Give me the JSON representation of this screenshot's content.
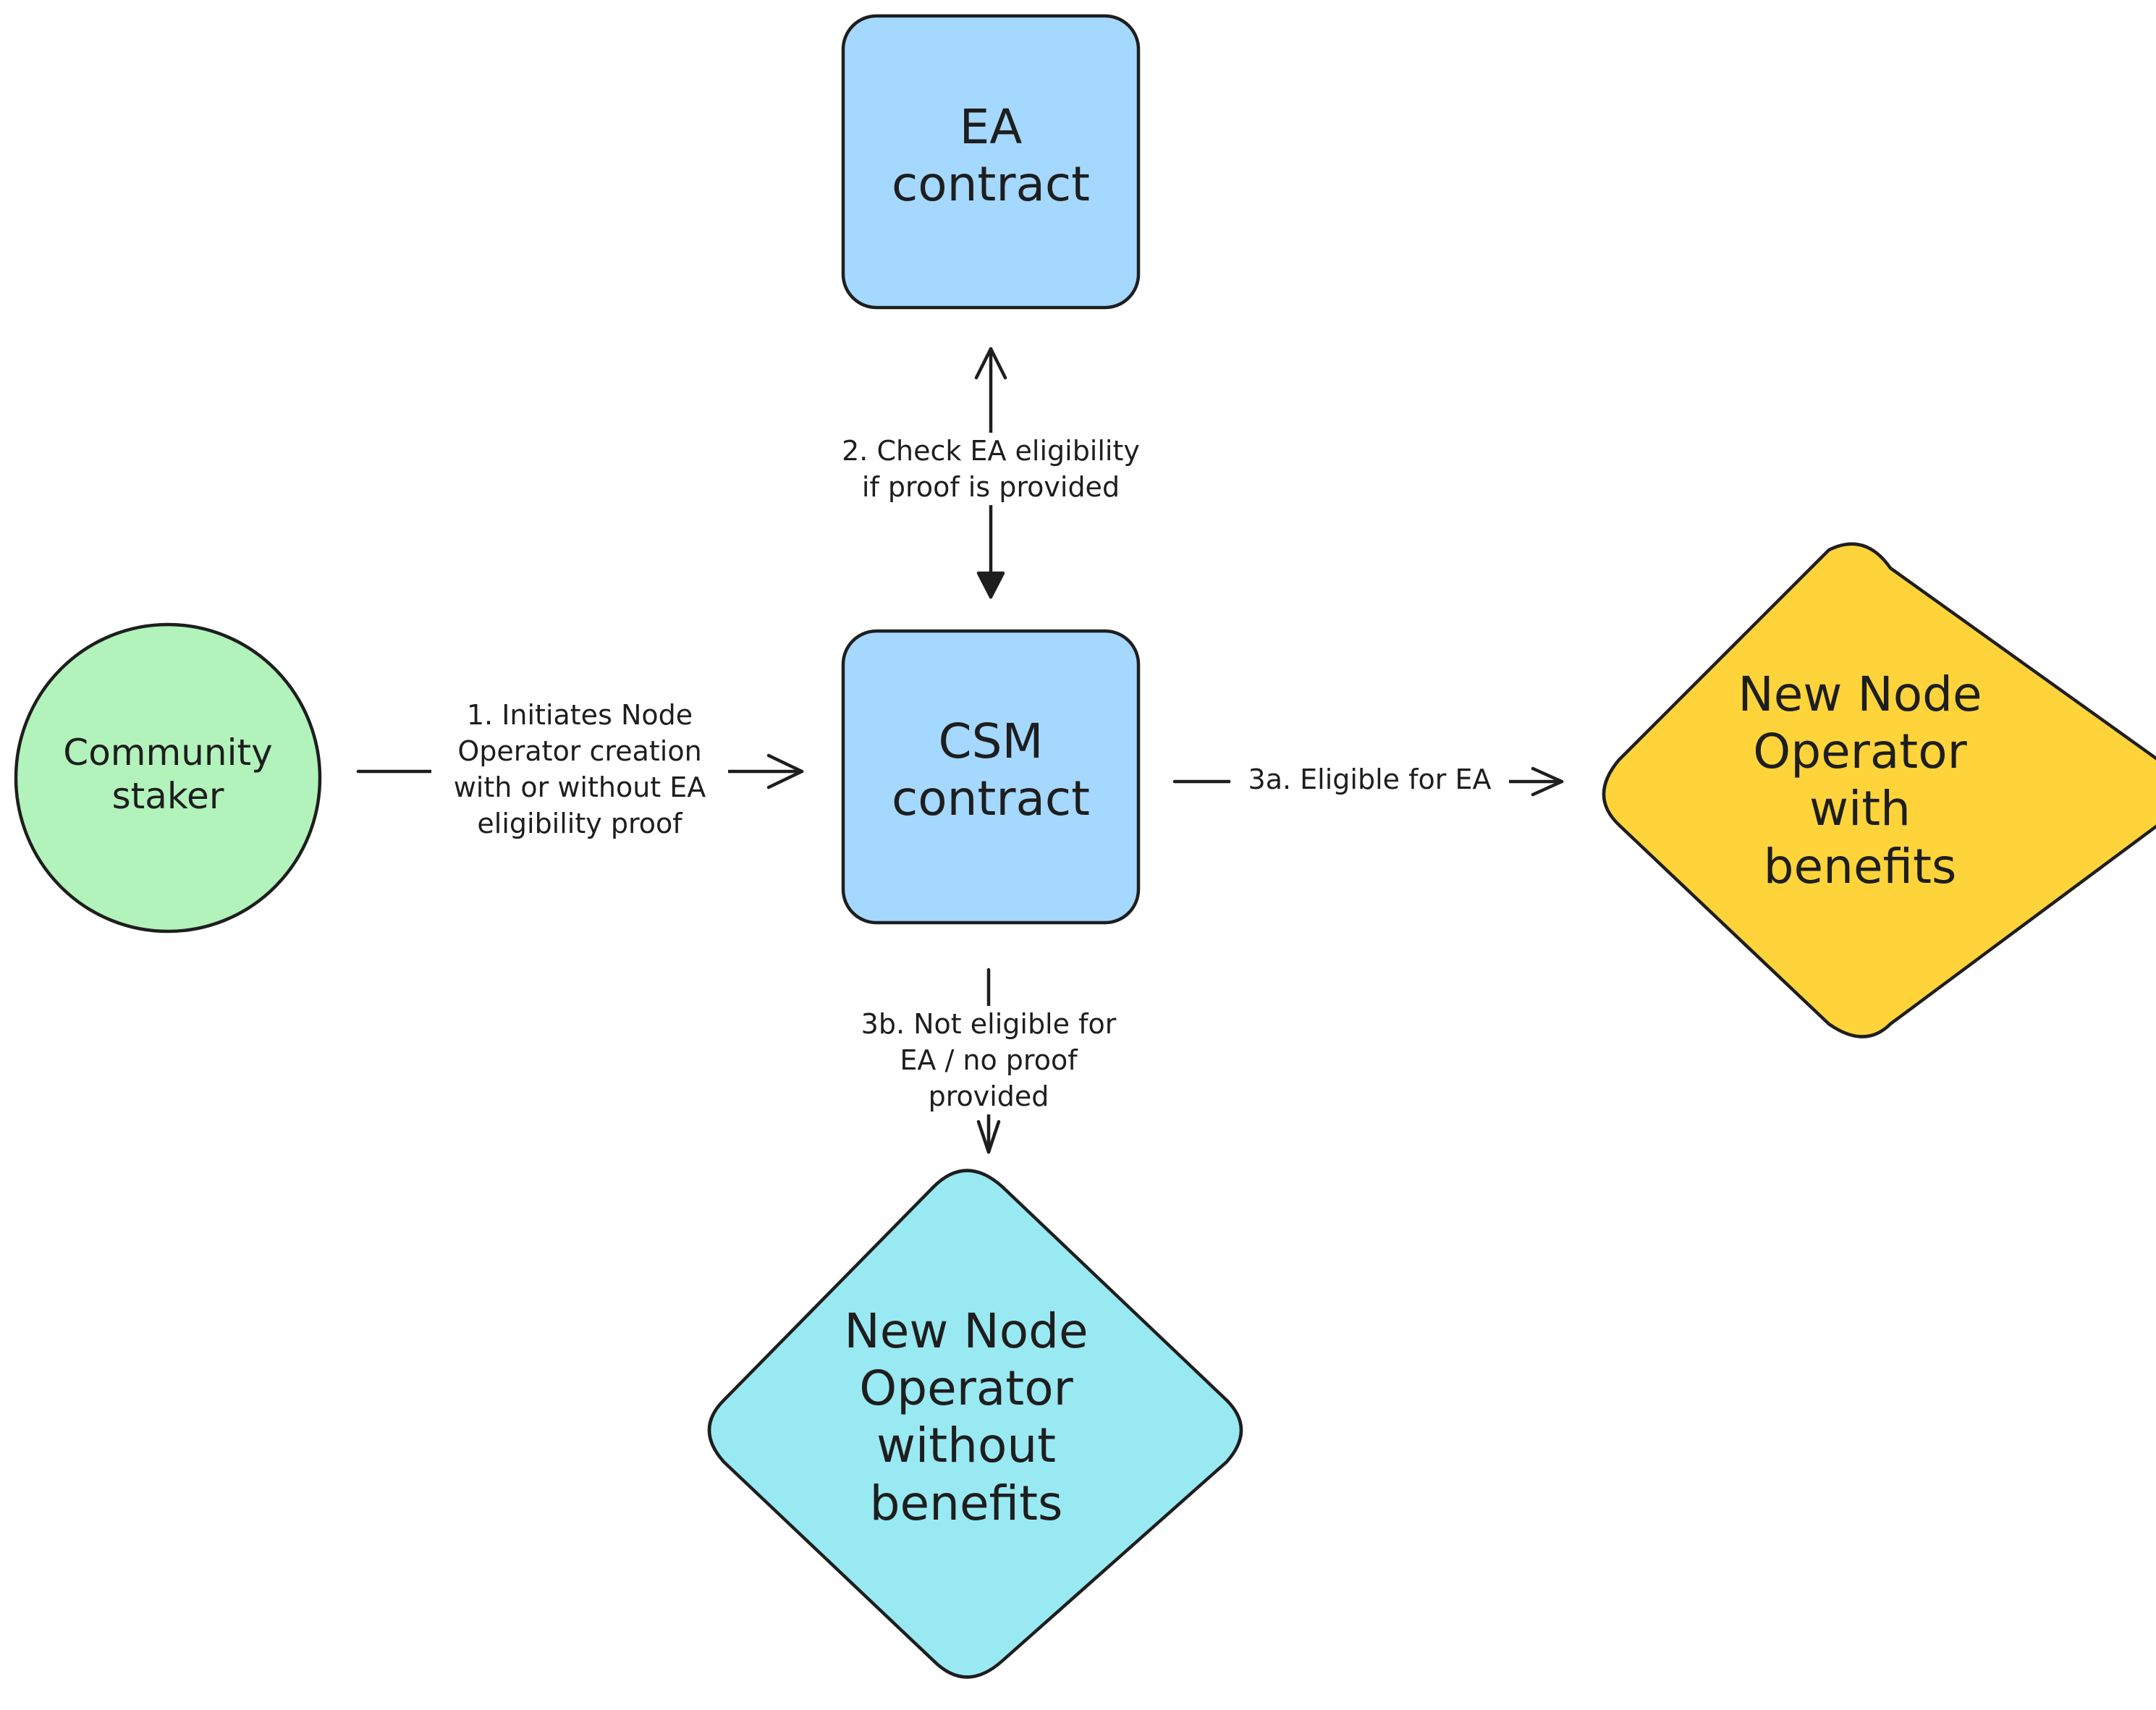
{
  "colors": {
    "stroke": "#1e1e1e",
    "ea_fill": "#a5d8ff",
    "csm_fill": "#a5d8ff",
    "staker_fill": "#b2f2bb",
    "with_fill": "#ffd43b",
    "without_fill": "#99e9f2"
  },
  "nodes": {
    "ea_contract": {
      "lines": [
        "EA",
        "contract"
      ]
    },
    "csm_contract": {
      "lines": [
        "CSM",
        "contract"
      ]
    },
    "community_staker": {
      "lines": [
        "Community",
        "staker"
      ]
    },
    "with_benefits": {
      "lines": [
        "New Node",
        "Operator",
        "with",
        "benefits"
      ]
    },
    "without_benefits": {
      "lines": [
        "New Node",
        "Operator",
        "without",
        "benefits"
      ]
    }
  },
  "edges": {
    "initiates": {
      "lines": [
        "1. Initiates Node",
        "Operator creation",
        "with or without EA",
        "eligibility proof"
      ]
    },
    "check": {
      "lines": [
        "2. Check EA eligibility",
        "if proof is provided"
      ]
    },
    "eligible": {
      "lines": [
        "3a. Eligible for EA"
      ]
    },
    "not_eligible": {
      "lines": [
        "3b. Not eligible for",
        "EA / no proof",
        "provided"
      ]
    }
  }
}
